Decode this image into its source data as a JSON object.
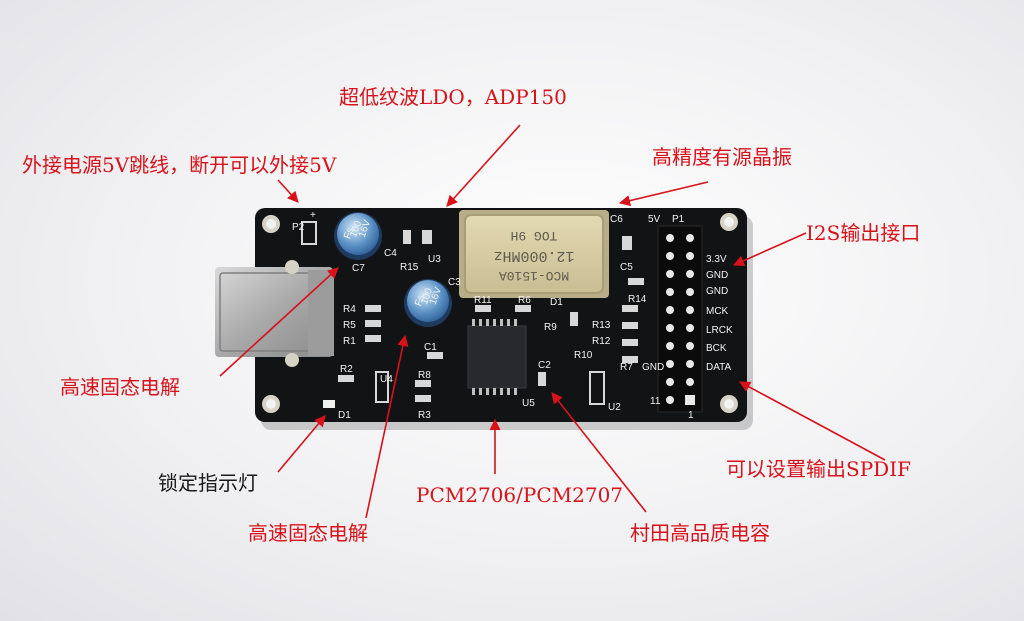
{
  "annotations": {
    "ldo": "超低纹波LDO，ADP150",
    "jumper": "外接电源5V跳线，断开可以外接5V",
    "oscillator": "高精度有源晶振",
    "i2s": "I2S输出接口",
    "cap_left": "高速固态电解",
    "led": "锁定指示灯",
    "cap_bottom": "高速固态电解",
    "chip": "PCM2706/PCM2707",
    "murata": "村田高品质电容",
    "spdif": "可以设置输出SPDIF"
  },
  "board": {
    "oscillator_text": [
      "MCO-1510A",
      "12.000MHz",
      "TOG 9H"
    ],
    "cap_text": [
      "Fs",
      "100",
      "16V"
    ],
    "pin_labels": [
      "3.3V",
      "GND",
      "GND",
      "MCK",
      "LRCK",
      "BCK",
      "DATA"
    ],
    "silk": {
      "p1": "P1",
      "five_v": "5V",
      "p2": "P2",
      "plus": "+",
      "c7": "C7",
      "c4": "C4",
      "r15": "R15",
      "u3": "U3",
      "c3": "C3",
      "c6": "C6",
      "c5": "C5",
      "r11": "R11",
      "r6": "R6",
      "d1_top": "D1",
      "r9": "R9",
      "r14": "R14",
      "r13": "R13",
      "r12": "R12",
      "r10": "R10",
      "r4": "R4",
      "r5": "R5",
      "r1": "R1",
      "c1": "C1",
      "c2": "C2",
      "r2": "R2",
      "r8": "R8",
      "r3": "R3",
      "u4": "U4",
      "u5": "U5",
      "u2": "U2",
      "d1": "D1",
      "r7": "R7",
      "gnd": "GND",
      "pin11": "11",
      "pin1": "1"
    }
  },
  "colors": {
    "annotation_red": "#d8121a",
    "annotation_black": "#1a1a1a",
    "board": "#121314"
  }
}
